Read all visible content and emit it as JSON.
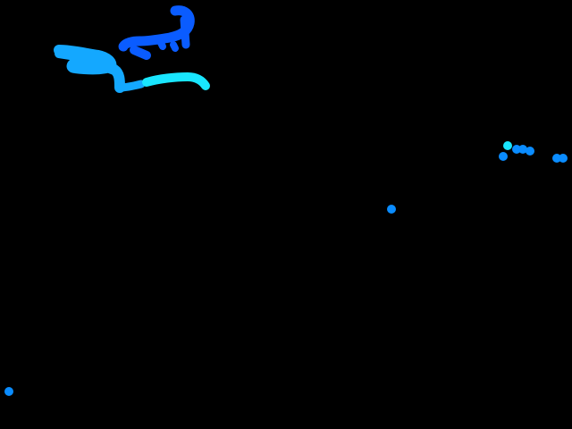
{
  "canvas": {
    "background": "#000000"
  },
  "palette": {
    "dark_blue": "#0a5cff",
    "mid_blue": "#0a8cff",
    "light_blue": "#14a8ff",
    "cyan": "#19e6ff"
  },
  "strokes": [
    {
      "name": "stroke-dark-blue-upper",
      "color": "dark_blue"
    },
    {
      "name": "stroke-light-blue-left",
      "color": "light_blue"
    },
    {
      "name": "stroke-cyan-trail",
      "color": "cyan"
    }
  ],
  "dots": [
    {
      "name": "dot-center",
      "color": "mid_blue"
    },
    {
      "name": "dot-right-cluster",
      "color": "mid_blue"
    },
    {
      "name": "dot-right-cyan",
      "color": "cyan"
    },
    {
      "name": "dot-right-edge",
      "color": "mid_blue"
    },
    {
      "name": "dot-bottom-left",
      "color": "mid_blue"
    }
  ]
}
